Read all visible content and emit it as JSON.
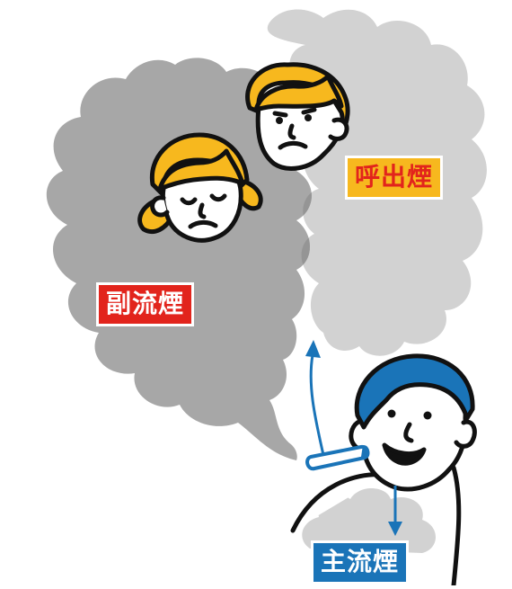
{
  "labels": {
    "exhaled": "呼出煙",
    "sidestream": "副流煙",
    "mainstream": "主流煙"
  },
  "colors": {
    "exhaled_bg": "#f7b81e",
    "exhaled_text": "#e2241c",
    "sidestream_bg": "#e2241c",
    "sidestream_text": "#ffffff",
    "mainstream_bg": "#1a74b8",
    "mainstream_text": "#ffffff",
    "smoke_dark": "#a7a7a7",
    "smoke_light": "#d2d2d2",
    "man_hair": "#1a74b8",
    "child_hair": "#f7b81e",
    "arrow": "#1a74b8"
  }
}
